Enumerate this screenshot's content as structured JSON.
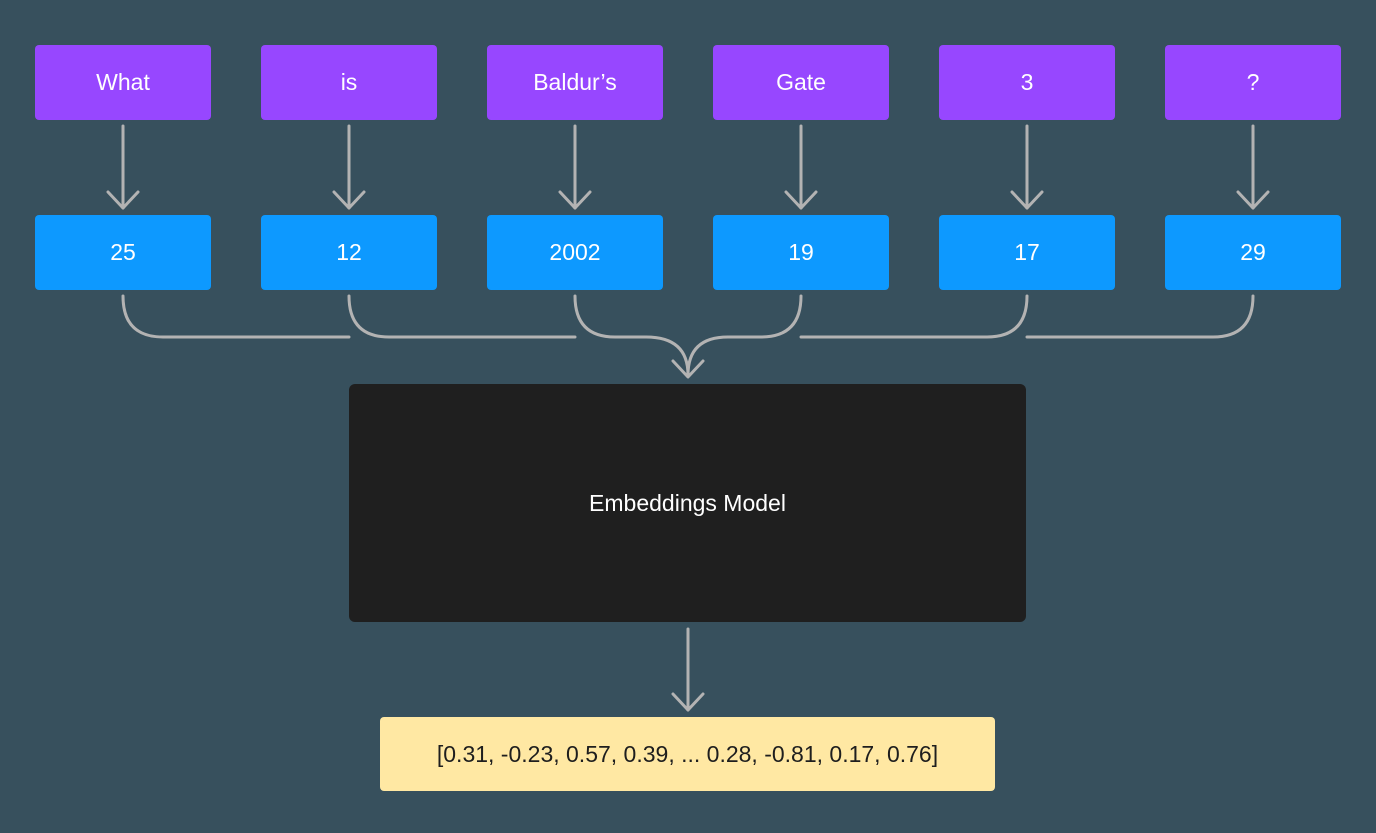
{
  "tokens": [
    {
      "text": "What",
      "id": "25"
    },
    {
      "text": "is",
      "id": "12"
    },
    {
      "text": "Baldur’s",
      "id": "2002"
    },
    {
      "text": "Gate",
      "id": "19"
    },
    {
      "text": "3",
      "id": "17"
    },
    {
      "text": "?",
      "id": "29"
    }
  ],
  "model": {
    "label": "Embeddings Model"
  },
  "output": {
    "vector": "[0.31, -0.23, 0.57, 0.39, ... 0.28, -0.81, 0.17, 0.76]"
  },
  "colors": {
    "background": "#37505d",
    "token_box": "#9747ff",
    "token_id_box": "#0d99ff",
    "model_box": "#1f1f1f",
    "output_box": "#ffe8a3",
    "connector": "#b3b3b3"
  }
}
